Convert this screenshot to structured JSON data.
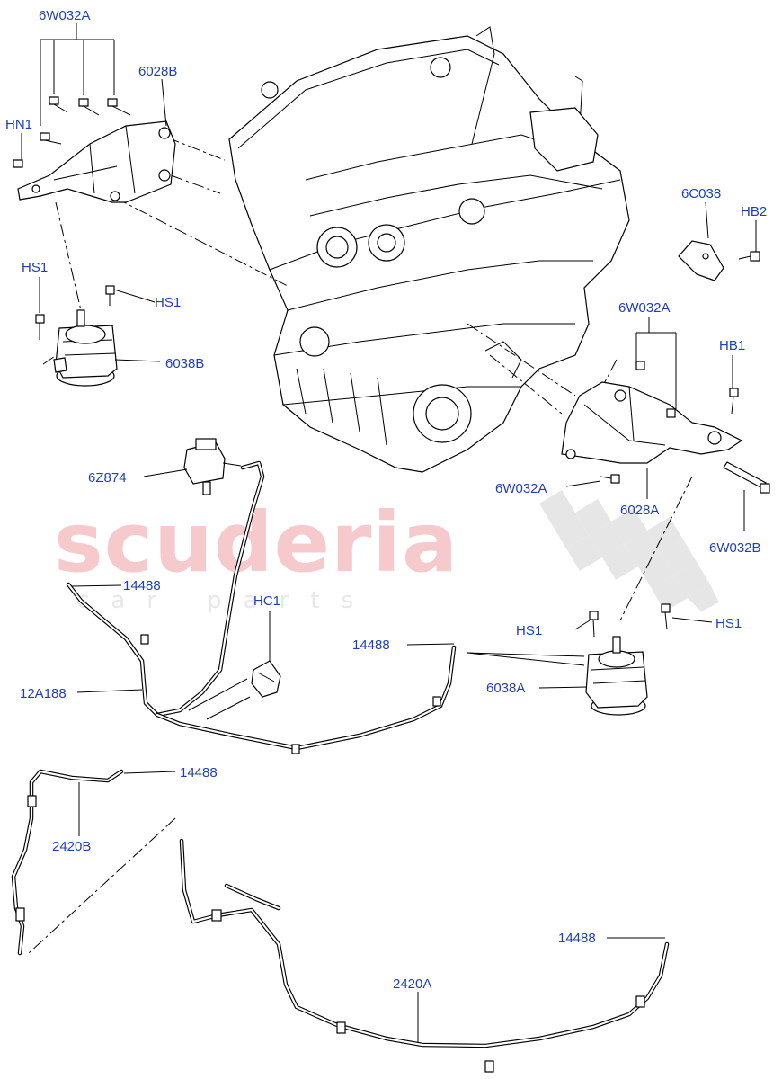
{
  "watermark": {
    "brand": "scuderia",
    "sub": "car parts",
    "brand_color": "#f6c9cd",
    "sub_color": "#e8e8e8"
  },
  "label_color": "#1f3fb8",
  "callouts": {
    "c01": "6W032A",
    "c02": "6028B",
    "c03": "HN1",
    "c04": "HS1",
    "c05": "HS1",
    "c06": "6038B",
    "c07": "6C038",
    "c08": "HB2",
    "c09": "6W032A",
    "c10": "HB1",
    "c11": "6Z874",
    "c12": "6W032A",
    "c13": "6028A",
    "c14": "6W032B",
    "c15": "14488",
    "c16": "HC1",
    "c17": "14488",
    "c18": "HS1",
    "c19": "HS1",
    "c20": "6038A",
    "c21": "12A188",
    "c22": "14488",
    "c23": "2420B",
    "c24": "14488",
    "c25": "2420A"
  },
  "icons": {
    "engine": "v-engine-block-illustration",
    "mount": "engine-mount-illustration",
    "bracket": "mounting-bracket-illustration",
    "bolt": "bolt-icon",
    "solenoid": "vacuum-solenoid-illustration",
    "clip": "hose-clip-illustration",
    "checker": "checkered-flag-icon"
  }
}
